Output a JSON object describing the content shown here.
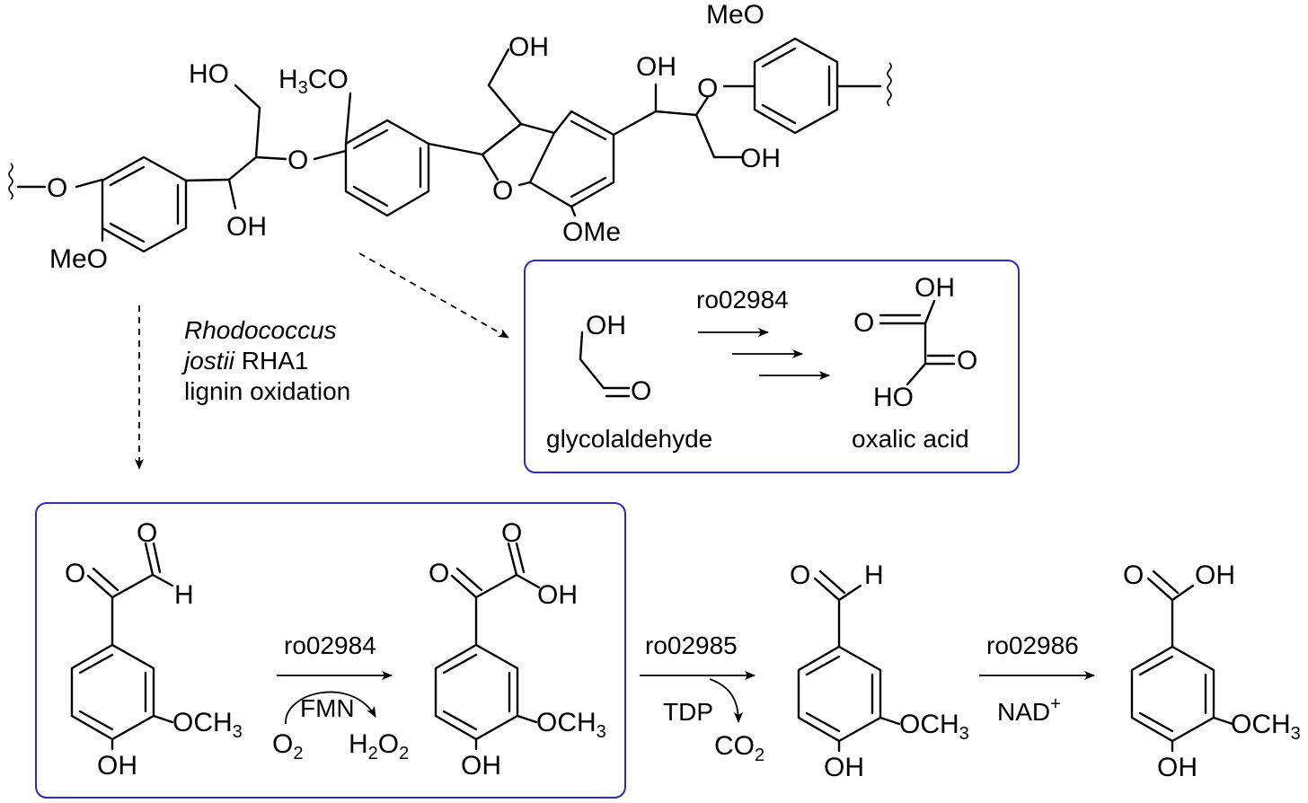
{
  "colors": {
    "box_border": "#2b2bc8",
    "ink": "#000000"
  },
  "lignin": {
    "labels": {
      "ho_top": "HO",
      "h3co_c": "H",
      "h3co_sub": "3",
      "h3co_rest": "CO",
      "oh_top": "OH",
      "oh_mid": "OH",
      "meo_top": "MeO",
      "o_ether_1": "O",
      "o_ring": "O",
      "o_ether_2": "O",
      "o_left": "O",
      "oh_bottom": "OH",
      "oh_right": "OH",
      "meo_left": "MeO",
      "ome_bottom": "OMe"
    }
  },
  "conditions": {
    "line1": "Rhodococcus",
    "line2_italic": "jostii",
    "line2_rest": " RHA1",
    "line3": "lignin oxidation"
  },
  "top_box": {
    "enzyme": "ro02984",
    "glyco_oh": "OH",
    "glyco_o": "O",
    "glyco_name": "glycolaldehyde",
    "oxalic_oh": "OH",
    "oxalic_o1": "O",
    "oxalic_o2": "O",
    "oxalic_ho": "HO",
    "oxalic_name": "oxalic acid"
  },
  "bottom": {
    "m1": {
      "o_ket": "O",
      "o_ald": "O",
      "h": "H",
      "och3": "OCH",
      "och3_sub": "3",
      "oh": "OH"
    },
    "step1": {
      "enzyme": "ro02984",
      "cofactor": "FMN",
      "o2": "O",
      "o2_sub": "2",
      "h2o2_h": "H",
      "h2o2_sub1": "2",
      "h2o2_o": "O",
      "h2o2_sub2": "2"
    },
    "m2": {
      "o_ket": "O",
      "o_acid": "O",
      "oh_acid": "OH",
      "och3": "OCH",
      "och3_sub": "3",
      "oh": "OH"
    },
    "step2": {
      "enzyme": "ro02985",
      "cofactor": "TDP",
      "co2": "CO",
      "co2_sub": "2"
    },
    "m3": {
      "o": "O",
      "h": "H",
      "och3": "OCH",
      "och3_sub": "3",
      "oh": "OH"
    },
    "step3": {
      "enzyme": "ro02986",
      "cofactor": "NAD",
      "cofactor_sup": "+"
    },
    "m4": {
      "o": "O",
      "oh_acid": "OH",
      "och3": "OCH",
      "och3_sub": "3",
      "oh": "OH"
    }
  }
}
